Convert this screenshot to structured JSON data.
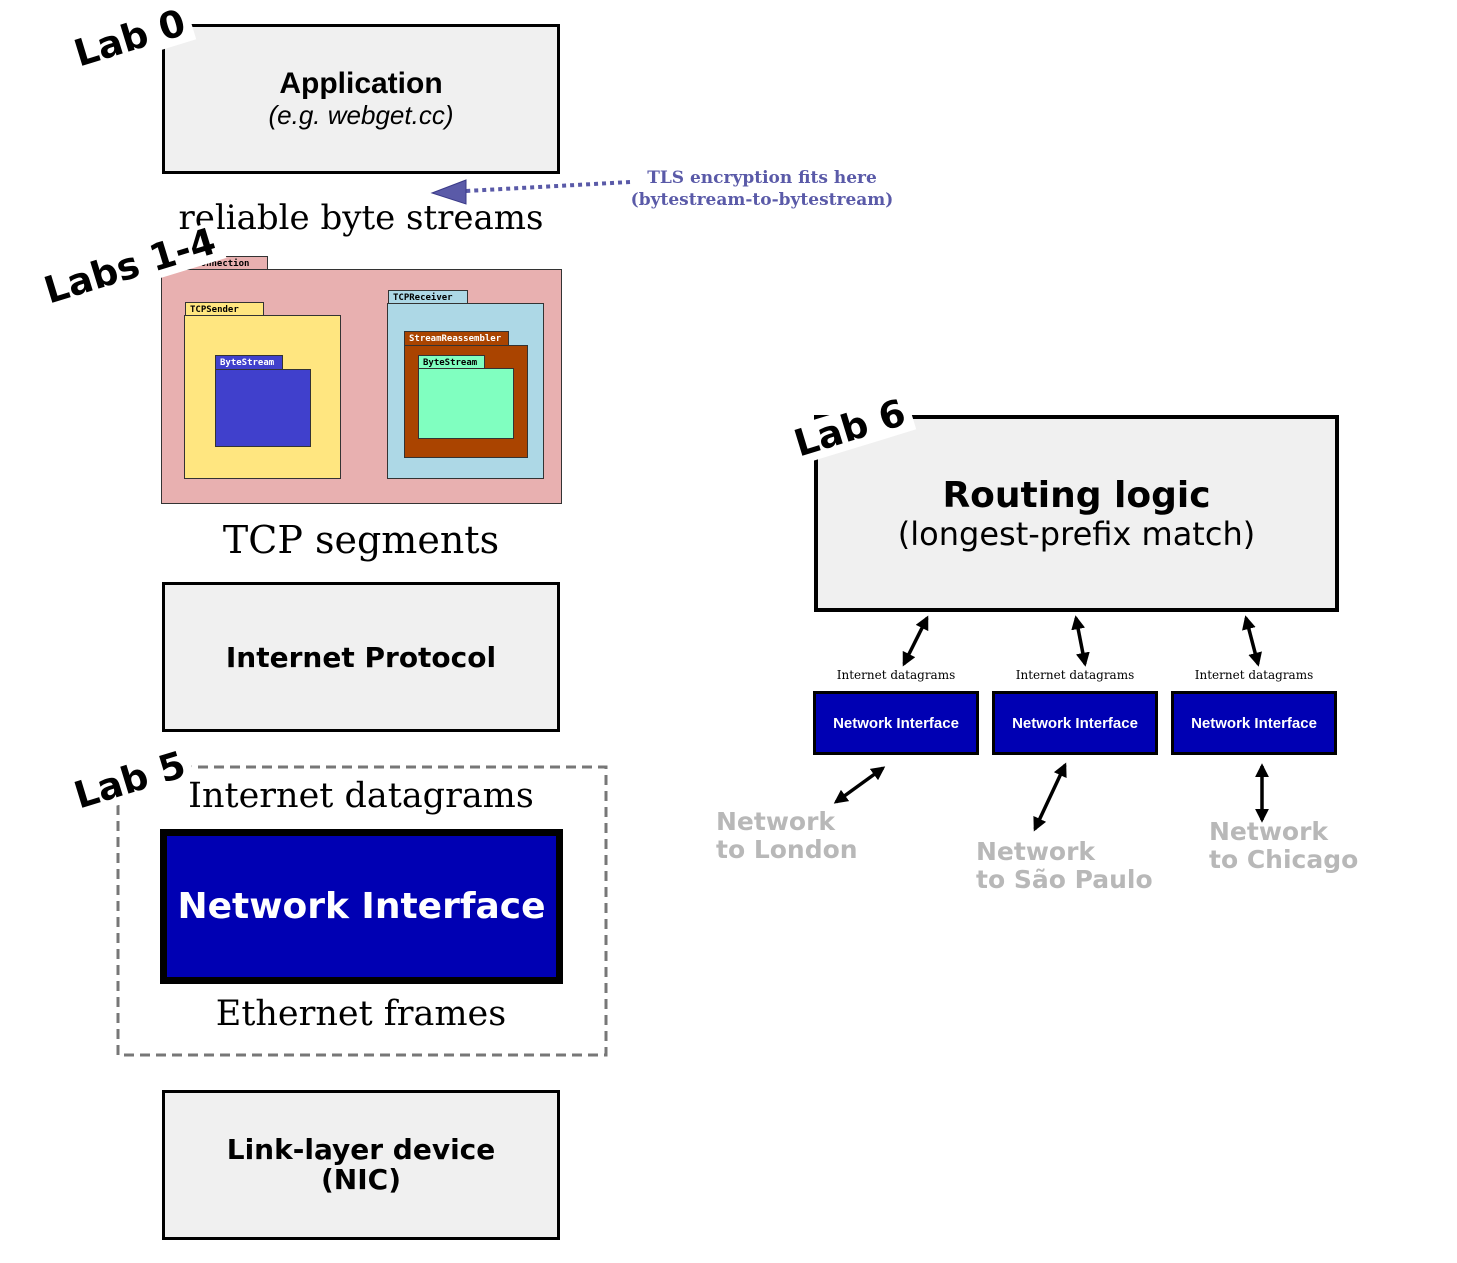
{
  "labs": {
    "lab0": "Lab 0",
    "labs1_4": "Labs 1-4",
    "lab5": "Lab 5",
    "lab6": "Lab 6"
  },
  "application": {
    "title": "Application",
    "subtitle": "(e.g. webget.cc)"
  },
  "tls_note": {
    "line1": "TLS encryption fits here",
    "line2": "(bytestream-to-bytestream)"
  },
  "labels": {
    "reliable_byte_streams": "reliable byte streams",
    "tcp_segments": "TCP segments",
    "internet_datagrams": "Internet datagrams",
    "ethernet_frames": "Ethernet frames"
  },
  "tcp_connection": {
    "tag": "TCPConnection",
    "sender": "TCPSender",
    "sender_stream": "ByteStream",
    "receiver": "TCPReceiver",
    "reassembler": "StreamReassembler",
    "receiver_stream": "ByteStream"
  },
  "internet_protocol": {
    "title": "Internet Protocol"
  },
  "network_interface": {
    "title": "Network Interface"
  },
  "link_layer": {
    "line1": "Link-layer device",
    "line2": "(NIC)"
  },
  "router": {
    "title": "Routing logic",
    "subtitle": "(longest-prefix match)",
    "interfaces": [
      {
        "datagram_label": "Internet datagrams",
        "label": "Network Interface",
        "network_line1": "Network",
        "network_line2": "to London"
      },
      {
        "datagram_label": "Internet datagrams",
        "label": "Network Interface",
        "network_line1": "Network",
        "network_line2": "to São Paulo"
      },
      {
        "datagram_label": "Internet datagrams",
        "label": "Network Interface",
        "network_line1": "Network",
        "network_line2": "to Chicago"
      }
    ]
  },
  "colors": {
    "box_fill": "#f0f0f0",
    "tcp_connection": "#e8b0b0",
    "tcp_sender": "#ffe680",
    "tcp_receiver": "#add8e6",
    "reassembler": "#aa4400",
    "bytestream_sender": "#4040cc",
    "bytestream_receiver": "#80ffc0",
    "network_interface": "#0000b3",
    "tls_note": "#5a5aa8",
    "network_label": "#b8b8b8"
  }
}
